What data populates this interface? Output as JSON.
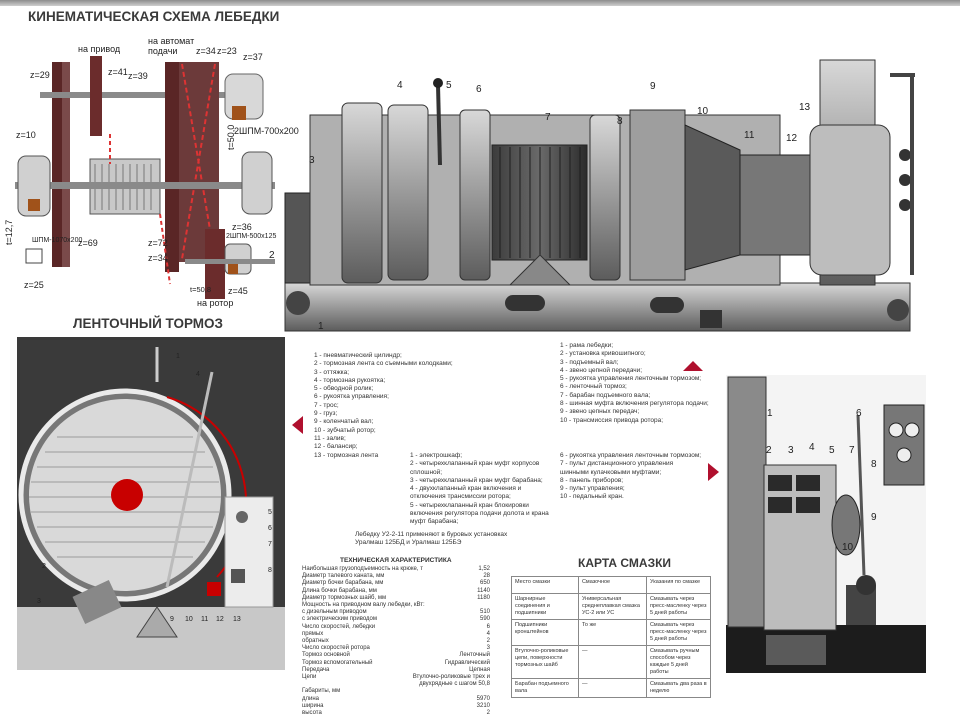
{
  "titles": {
    "kinematic": "КИНЕМАТИЧЕСКАЯ СХЕМА ЛЕБЕДКИ",
    "brake": "ЛЕНТОЧНЫЙ ТОРМОЗ",
    "lubrication": "КАРТА СМАЗКИ",
    "specs": "ТЕХНИЧЕСКАЯ ХАРАКТЕРИСТИКА"
  },
  "kinematic_labels": {
    "drive": "на привод",
    "auto_feed_1": "на автомат",
    "auto_feed_2": "подачи",
    "rotor": "на ротор",
    "z29": "z=29",
    "z41": "z=41",
    "z39": "z=39",
    "z34a": "z=34",
    "z23": "z=23",
    "z37": "z=37",
    "z10": "z=10",
    "z69": "z=69",
    "z72": "z=72",
    "z34b": "z=34",
    "z36": "z=36",
    "z25": "z=25",
    "z45": "z=45",
    "t50a": "t=50,0",
    "t50b": "t=50,8",
    "t127": "t=12,7",
    "clutch1": "2ШПМ-700x200",
    "clutch2": "ШПМ-1070x200",
    "clutch3": "2ШПМ-500x125"
  },
  "winch_numbers": [
    "1",
    "2",
    "3",
    "4",
    "5",
    "6",
    "7",
    "8",
    "9",
    "10",
    "11",
    "12",
    "13"
  ],
  "panel_numbers": [
    "1",
    "2",
    "3",
    "4",
    "5",
    "6",
    "7",
    "8",
    "9",
    "10"
  ],
  "brake_numbers": [
    "1",
    "2",
    "3",
    "4",
    "5",
    "6",
    "7",
    "8",
    "9",
    "10",
    "11",
    "12",
    "13"
  ],
  "brake_legend": [
    "1 - пневматический цилиндр;",
    "2 - тормозная лента со съемными колодками;",
    "3 - оттяжка;",
    "4 - тормозная рукоятка;",
    "5 - обводной ролик;",
    "6 - рукоятка управления;",
    "7 - трос;",
    "9 - груз;",
    "9 - коленчатый вал;",
    "10 - зубчатый ротор;",
    "11 - залив;",
    "12 - балансир;",
    "13 - тормозная лента"
  ],
  "winch_legend": [
    "1 - рама лебедки;",
    "2 - установка кривошипного;",
    "3 - подъемный вал;",
    "4 - звено цепной передачи;",
    "5 - рукоятка управления ленточным тормозом;",
    "6 - ленточный тормоз;",
    "7 - барабан подъемного вала;",
    "8 - шинная муфта включения регулятора подачи;",
    "9 - звено цепных передач;",
    "10 - трансмиссия привода ротора;"
  ],
  "mid_legend": [
    "1 - электрошкаф;",
    "2 - четырехклапанный кран муфт корпусов",
    "     сплошной;",
    "3 - четырехклапанный кран муфт барабана;",
    "4 - двухклапанный кран включения и",
    "     отключения трансмиссии ротора;",
    "5 - четырехклапанный кран блокировки",
    "     включения регулятора подачи долота и крана",
    "     муфт барабана;"
  ],
  "right_legend": [
    "6 - рукоятка управления ленточным тормозом;",
    "7 - пульт дистанционного управления",
    "     шинными кулачковыми муфтами;",
    "8 - панель приборов;",
    "9 - пульт управления;",
    "10 - педальный кран."
  ],
  "note_text": [
    "Лебедку У2-2-11 применяют в буровых установках",
    "Уралмаш 125БД и Уралмаш 125БЭ"
  ],
  "specs_rows": [
    {
      "label": "Наибольшая грузоподъемность на крюке, т",
      "value": "1,52"
    },
    {
      "label": "Диаметр талевого каната, мм",
      "value": "28"
    },
    {
      "label": "Диаметр бочки барабана, мм",
      "value": "650"
    },
    {
      "label": "Длина бочки барабана, мм",
      "value": "1140"
    },
    {
      "label": "Диаметр тормозных шайб, мм",
      "value": "1180"
    },
    {
      "label": "Мощность на приводном валу лебедки, кВт:",
      "value": ""
    },
    {
      "label": "   с дизельным приводом",
      "value": "510"
    },
    {
      "label": "   с электрическим приводом",
      "value": "590"
    },
    {
      "label": "Число скоростей, лебедки",
      "value": "6"
    },
    {
      "label": "   прямых",
      "value": "4"
    },
    {
      "label": "   обратных",
      "value": "2"
    },
    {
      "label": "Число скоростей ротора",
      "value": "3"
    },
    {
      "label": "Тормоз основной",
      "value": "Ленточный"
    },
    {
      "label": "Тормоз вспомогательный",
      "value": "Гидравлический"
    },
    {
      "label": "Передача",
      "value": "Цепная"
    },
    {
      "label": "Цепи",
      "value": "Втулочно-роликовые трех и"
    },
    {
      "label": "",
      "value": "двухрядные с шагом 50,8"
    },
    {
      "label": "Габариты, мм",
      "value": ""
    },
    {
      "label": "   длина",
      "value": "5970"
    },
    {
      "label": "   ширина",
      "value": "3210"
    },
    {
      "label": "   высота",
      "value": "2"
    }
  ],
  "lubrication_table": {
    "headers": [
      "Место смазки",
      "Смазочное",
      "Указания по смазке"
    ],
    "rows": [
      [
        "Шарнирные соединения и подшипники",
        "Универсальная среднеплавкая смазка УС-2 или УС",
        "Смазывать через пресс-масленку через 5 дней работы"
      ],
      [
        "Подшипники кронштейнов",
        "То же",
        "Смазывать через пресс-масленку через 5 дней работы"
      ],
      [
        "Втулочно-роликовые цепи, поверхности тормозных шайб",
        "—",
        "Смазывать ручным способом через каждые 5 дней работы"
      ],
      [
        "Барабан подъемного вала",
        "—",
        "Смазывать два раза в неделю"
      ]
    ]
  }
}
